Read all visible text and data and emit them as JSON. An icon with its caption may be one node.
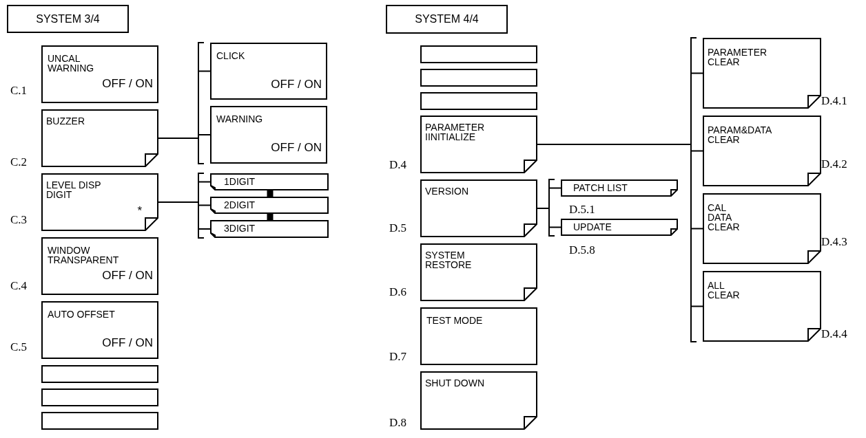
{
  "diagram": {
    "nodes": [
      {
        "text": [
          "SYSTEM 3/4"
        ]
      },
      {
        "text": [
          "UNCAL WARNING",
          "OFF / ON"
        ],
        "beside": [
          "C.1"
        ]
      },
      {
        "text": [
          "BUZZER"
        ],
        "beside": [
          "C.2"
        ]
      },
      {
        "text": [
          "LEVEL DISP DIGIT",
          "*"
        ],
        "beside": [
          "C.3"
        ]
      },
      {
        "text": [
          "WINDOW TRANSPARENT",
          "OFF / ON"
        ],
        "beside": [
          "C.4"
        ]
      },
      {
        "text": [
          "AUTO OFFSET",
          "OFF / ON"
        ],
        "beside": [
          "C.5"
        ]
      },
      {
        "text": [],
        "shape": "box"
      },
      {
        "text": [],
        "shape": "box"
      },
      {
        "text": [],
        "shape": "box"
      },
      {
        "text": [
          "CLICK",
          "OFF / ON"
        ]
      },
      {
        "text": [
          "WARNING",
          "OFF / ON"
        ]
      },
      {
        "text": [
          "1DIGIT"
        ]
      },
      {
        "text": [
          "2DIGIT"
        ]
      },
      {
        "text": [
          "3DIGIT"
        ]
      },
      {
        "text": [
          "SYSTEM 4/4"
        ]
      },
      {
        "text": [],
        "shape": "box"
      },
      {
        "text": [],
        "shape": "box"
      },
      {
        "text": [],
        "shape": "box"
      },
      {
        "text": [
          "PARAMETER IINITIALIZE"
        ],
        "beside": [
          "D.4"
        ]
      },
      {
        "text": [
          "VERSION"
        ],
        "beside": [
          "D.5"
        ]
      },
      {
        "text": [
          "SYSTEM RESTORE"
        ],
        "beside": [
          "D.6"
        ]
      },
      {
        "text": [
          "TEST MODE"
        ],
        "beside": [
          "D.7"
        ]
      },
      {
        "text": [
          "SHUT DOWN"
        ],
        "beside": [
          "D.8"
        ]
      },
      {
        "text": [
          "PATCH LIST"
        ],
        "beside": [
          "D.5.1"
        ]
      },
      {
        "text": [
          "UPDATE"
        ],
        "beside": [
          "D.5.8"
        ]
      },
      {
        "text": [
          "PARAMETER CLEAR"
        ],
        "beside": [
          "D.4.1"
        ]
      },
      {
        "text": [
          "PARAM&DATA CLEAR"
        ],
        "beside": [
          "D.4.2"
        ]
      },
      {
        "text": [
          "CAL DATA CLEAR"
        ],
        "beside": [
          "D.4.3"
        ]
      },
      {
        "text": [
          "ALL CLEAR"
        ],
        "beside": [
          "D.4.4"
        ]
      }
    ],
    "edges": [
      {
        "from": 2,
        "to": 9,
        "arrow": "none"
      },
      {
        "from": 2,
        "to": 10,
        "arrow": "none"
      },
      {
        "from": 3,
        "to": 11,
        "arrow": "none"
      },
      {
        "from": 3,
        "to": 12,
        "arrow": "none"
      },
      {
        "from": 3,
        "to": 13,
        "arrow": "none"
      },
      {
        "from": 11,
        "to": 12,
        "arrow": "none",
        "style": "thick"
      },
      {
        "from": 12,
        "to": 13,
        "arrow": "none",
        "style": "thick"
      },
      {
        "from": 18,
        "to": 25,
        "arrow": "none"
      },
      {
        "from": 18,
        "to": 26,
        "arrow": "none"
      },
      {
        "from": 18,
        "to": 27,
        "arrow": "none"
      },
      {
        "from": 18,
        "to": 28,
        "arrow": "none"
      },
      {
        "from": 19,
        "to": 23,
        "arrow": "none"
      },
      {
        "from": 19,
        "to": 24,
        "arrow": "none"
      }
    ]
  }
}
